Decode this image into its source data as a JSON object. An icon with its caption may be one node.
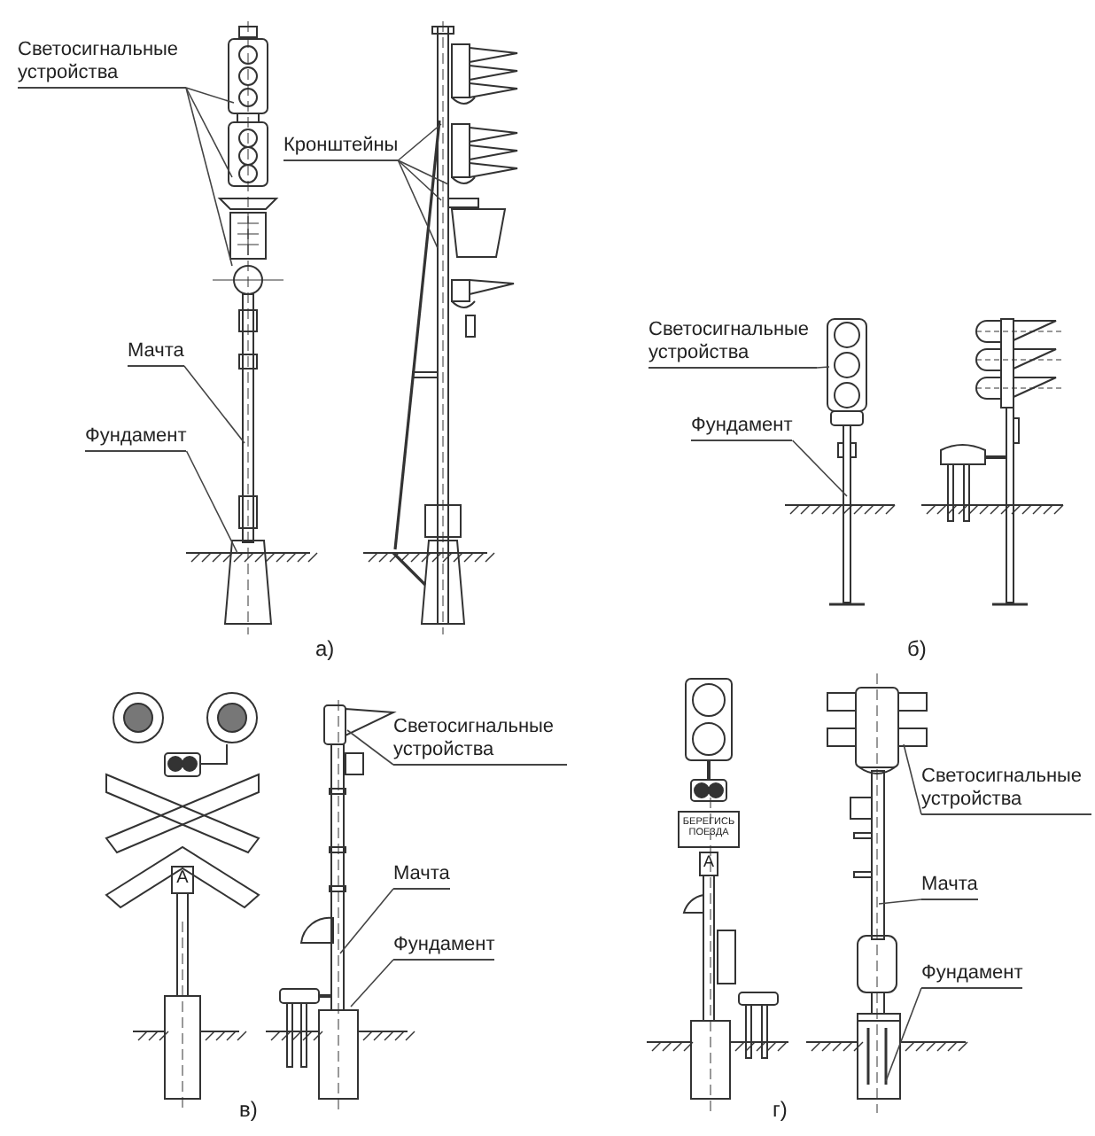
{
  "diagram": {
    "nodes": [
      {
        "text": [
          "Светосигнальные устройства"
        ]
      },
      {
        "text": [
          "Кронштейны"
        ]
      },
      {
        "text": [
          "Мачта"
        ]
      },
      {
        "text": [
          "Фундамент"
        ]
      },
      {
        "text": [
          "Светосигнальные устройства"
        ]
      },
      {
        "text": [
          "Фундамент"
        ]
      },
      {
        "text": [
          "Светосигнальные устройства"
        ]
      },
      {
        "text": [
          "Мачта"
        ]
      },
      {
        "text": [
          "Фундамент"
        ]
      },
      {
        "text": [
          "Светосигнальные устройства"
        ]
      },
      {
        "text": [
          "Мачта"
        ]
      },
      {
        "text": [
          "Фундамент"
        ]
      }
    ],
    "edges": [
      {
        "from": 0,
        "to": null,
        "arrow": "none"
      },
      {
        "from": 0,
        "to": null,
        "arrow": "none"
      },
      {
        "from": 0,
        "to": null,
        "arrow": "none"
      },
      {
        "from": 1,
        "to": null,
        "arrow": "none"
      },
      {
        "from": 1,
        "to": null,
        "arrow": "none"
      },
      {
        "from": 1,
        "to": null,
        "arrow": "none"
      },
      {
        "from": 1,
        "to": null,
        "arrow": "none"
      },
      {
        "from": 2,
        "to": null,
        "arrow": "none"
      },
      {
        "from": 3,
        "to": null,
        "arrow": "none"
      },
      {
        "from": 4,
        "to": null,
        "arrow": "none"
      },
      {
        "from": 5,
        "to": null,
        "arrow": "none"
      },
      {
        "from": 6,
        "to": null,
        "arrow": "none"
      },
      {
        "from": 7,
        "to": null,
        "arrow": "none"
      },
      {
        "from": 8,
        "to": null,
        "arrow": "none"
      },
      {
        "from": 9,
        "to": null,
        "arrow": "none"
      },
      {
        "from": 10,
        "to": null,
        "arrow": "none"
      },
      {
        "from": 11,
        "to": null,
        "arrow": "none"
      }
    ],
    "labels": [
      "а)",
      "б)",
      "БЕРЕГИСЬ ПОЕЗДА",
      "А",
      "А",
      "в)",
      "г)"
    ]
  }
}
